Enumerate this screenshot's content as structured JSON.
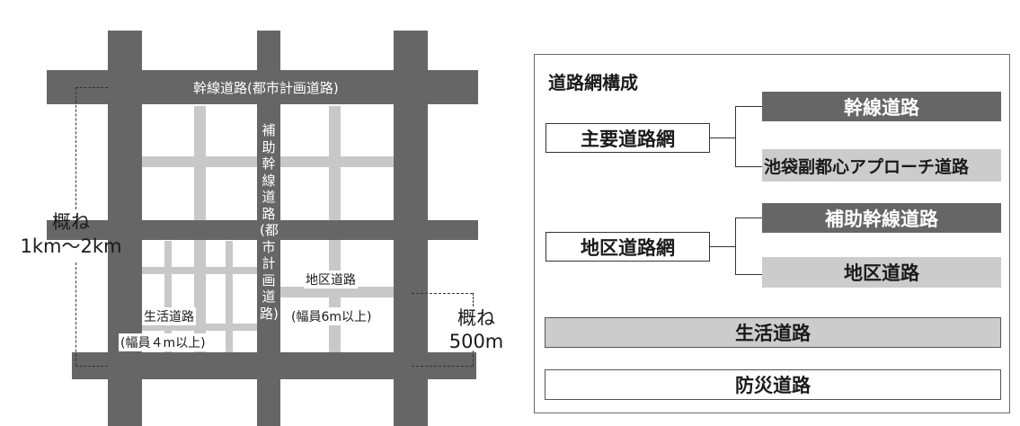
{
  "map": {
    "arterial_label": "幹線道路(都市計画道路)",
    "sub_arterial_label": "補助幹線道路(都市計画道路)",
    "district_road_label": "地区道路",
    "district_road_width": "(幅員6m以上)",
    "living_road_label": "生活道路",
    "living_road_width": "(幅員４m以上)",
    "spacing_large_line1": "概ね",
    "spacing_large_line2": "1km〜2km",
    "spacing_small_line1": "概ね",
    "spacing_small_line2": "500m"
  },
  "panel": {
    "title": "道路網構成",
    "main_network": "主要道路網",
    "arterial": "幹線道路",
    "ikebukuro_approach": "池袋副都心アプローチ道路",
    "district_network": "地区道路網",
    "sub_arterial": "補助幹線道路",
    "district_road": "地区道路",
    "living_road": "生活道路",
    "disaster_road": "防災道路"
  },
  "colors": {
    "main_road": "#666666",
    "sub_road": "#c8c8c8",
    "dark_box": "#666666",
    "light_box": "#cccccc"
  }
}
